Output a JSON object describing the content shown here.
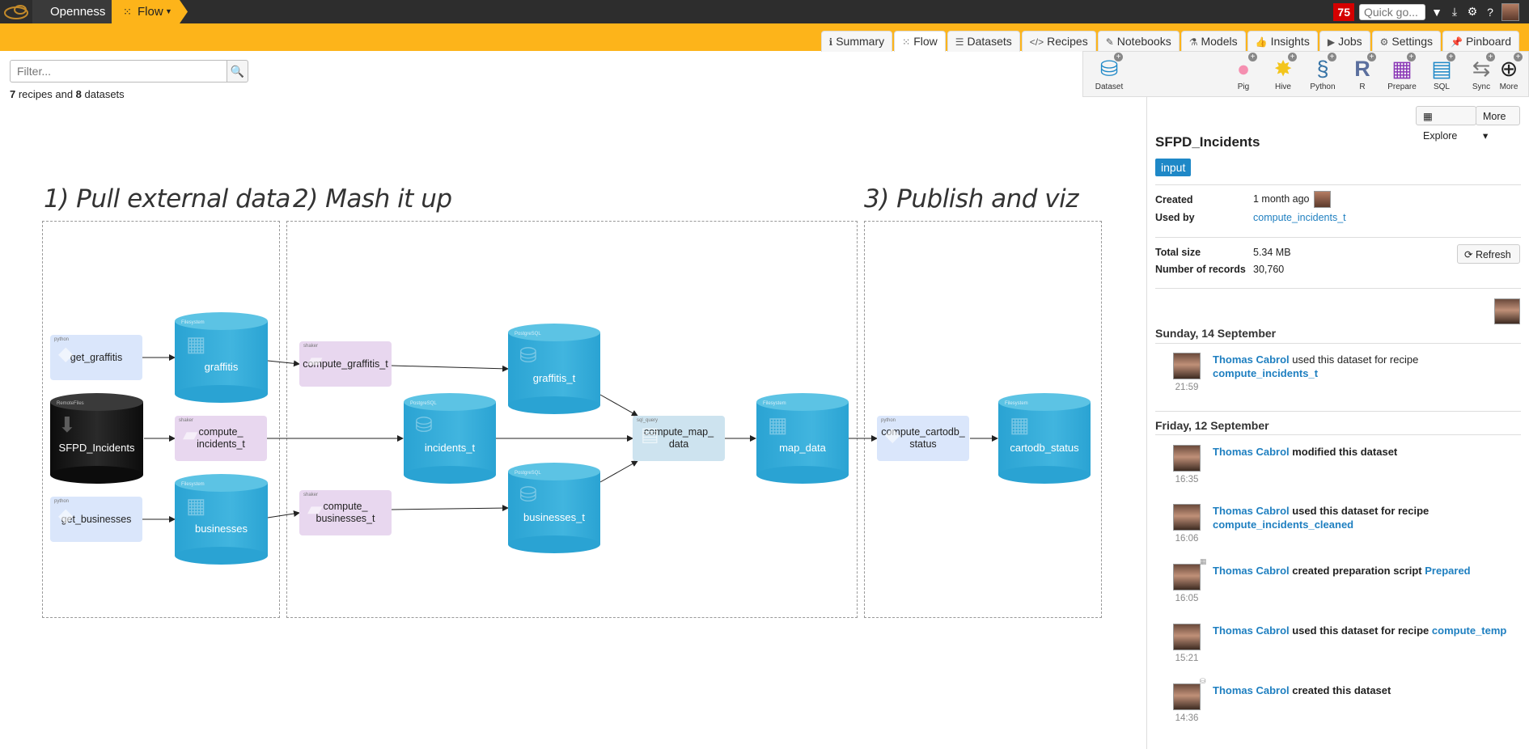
{
  "topbar": {
    "breadcrumb": [
      "Openness",
      "Flow"
    ],
    "notif_count": "75",
    "quick_placeholder": "Quick go...",
    "icons": [
      "filter-icon",
      "download-icon",
      "gear-icon",
      "help-icon"
    ]
  },
  "tabs": [
    {
      "icon": "ℹ",
      "label": "Summary"
    },
    {
      "icon": "⁙",
      "label": "Flow"
    },
    {
      "icon": "☰",
      "label": "Datasets"
    },
    {
      "icon": "</>",
      "label": "Recipes"
    },
    {
      "icon": "✎",
      "label": "Notebooks"
    },
    {
      "icon": "⚗",
      "label": "Models"
    },
    {
      "icon": "👍",
      "label": "Insights"
    },
    {
      "icon": "▶",
      "label": "Jobs"
    },
    {
      "icon": "⚙",
      "label": "Settings"
    },
    {
      "icon": "📌",
      "label": "Pinboard"
    }
  ],
  "filter": {
    "placeholder": "Filter...",
    "recipes": "7",
    "recipes_text": " recipes and ",
    "datasets": "8",
    "datasets_text": " datasets"
  },
  "zones": [
    "1) Pull external data",
    "2) Mash it up",
    "3) Publish and viz"
  ],
  "flow": {
    "recipes": {
      "get_graffitis": {
        "label": "get_graffitis",
        "tag": "python"
      },
      "get_businesses": {
        "label": "get_businesses",
        "tag": "python"
      },
      "compute_graffitis_t": {
        "label": "compute_graffitis_t",
        "tag": "shaker"
      },
      "compute_incidents_t": {
        "label": "compute_\nincidents_t",
        "tag": "shaker"
      },
      "compute_businesses_t": {
        "label": "compute_\nbusinesses_t",
        "tag": "shaker"
      },
      "compute_map_data": {
        "label": "compute_map_\ndata",
        "tag": "sql_query"
      },
      "compute_cartodb_status": {
        "label": "compute_cartodb_\nstatus",
        "tag": "python"
      }
    },
    "datasets": {
      "graffitis": {
        "label": "graffitis",
        "tag": "Filesystem"
      },
      "sfpd": {
        "label": "SFPD_Incidents",
        "tag": "RemoteFiles"
      },
      "businesses": {
        "label": "businesses",
        "tag": "Filesystem"
      },
      "graffitis_t": {
        "label": "graffitis_t",
        "tag": "PostgreSQL"
      },
      "incidents_t": {
        "label": "incidents_t",
        "tag": "PostgreSQL"
      },
      "businesses_t": {
        "label": "businesses_t",
        "tag": "PostgreSQL"
      },
      "map_data": {
        "label": "map_data",
        "tag": "Filesystem"
      },
      "cartodb_status": {
        "label": "cartodb_status",
        "tag": "Filesystem"
      }
    }
  },
  "toolbox": [
    {
      "label": "Dataset",
      "icon": "database-icon",
      "glyph": "🛢",
      "color": "#1e88c7"
    },
    {
      "label": "Pig",
      "icon": "pig-icon",
      "glyph": "🐖",
      "color": "#f58fb0"
    },
    {
      "label": "Hive",
      "icon": "hive-icon",
      "glyph": "🐝",
      "color": "#f3c51b"
    },
    {
      "label": "Python",
      "icon": "python-icon",
      "glyph": "🐍",
      "color": "#3572a5"
    },
    {
      "label": "R",
      "icon": "r-icon",
      "glyph": "R",
      "color": "#5b6f9e"
    },
    {
      "label": "Prepare",
      "icon": "prepare-icon",
      "glyph": "▦",
      "color": "#8a37b6"
    },
    {
      "label": "SQL",
      "icon": "sql-icon",
      "glyph": "▤",
      "color": "#1e88c7"
    },
    {
      "label": "Sync",
      "icon": "sync-icon",
      "glyph": "⇆",
      "color": "#777"
    },
    {
      "label": "More",
      "icon": "more-icon",
      "glyph": "⊕",
      "color": "#222"
    }
  ],
  "panel": {
    "explore": "Explore",
    "more": "More",
    "title": "SFPD_Incidents",
    "badge": "input",
    "created_label": "Created",
    "created_value": "1 month ago",
    "usedby_label": "Used by",
    "usedby_value": "compute_incidents_t",
    "size_label": "Total size",
    "size_value": "5.34 MB",
    "records_label": "Number of records",
    "records_value": "30,760",
    "refresh": "Refresh"
  },
  "timeline": {
    "day1": "Sunday, 14 September",
    "day2": "Friday, 12 September",
    "events": [
      {
        "user": "Thomas Cabrol",
        "action": " used this dataset for recipe ",
        "target": "compute_incidents_t",
        "time": "21:59"
      },
      {
        "user": "Thomas Cabrol",
        "action": " modified this dataset",
        "target": "",
        "time": "16:35"
      },
      {
        "user": "Thomas Cabrol",
        "action": " used this dataset for recipe ",
        "target": "compute_incidents_cleaned",
        "time": "16:06"
      },
      {
        "user": "Thomas Cabrol",
        "action": " created preparation script ",
        "target": "Prepared",
        "time": "16:05"
      },
      {
        "user": "Thomas Cabrol",
        "action": " used this dataset for recipe ",
        "target": "compute_temp",
        "time": "15:21"
      },
      {
        "user": "Thomas Cabrol",
        "action": " created this dataset",
        "target": "",
        "time": "14:36"
      }
    ]
  }
}
